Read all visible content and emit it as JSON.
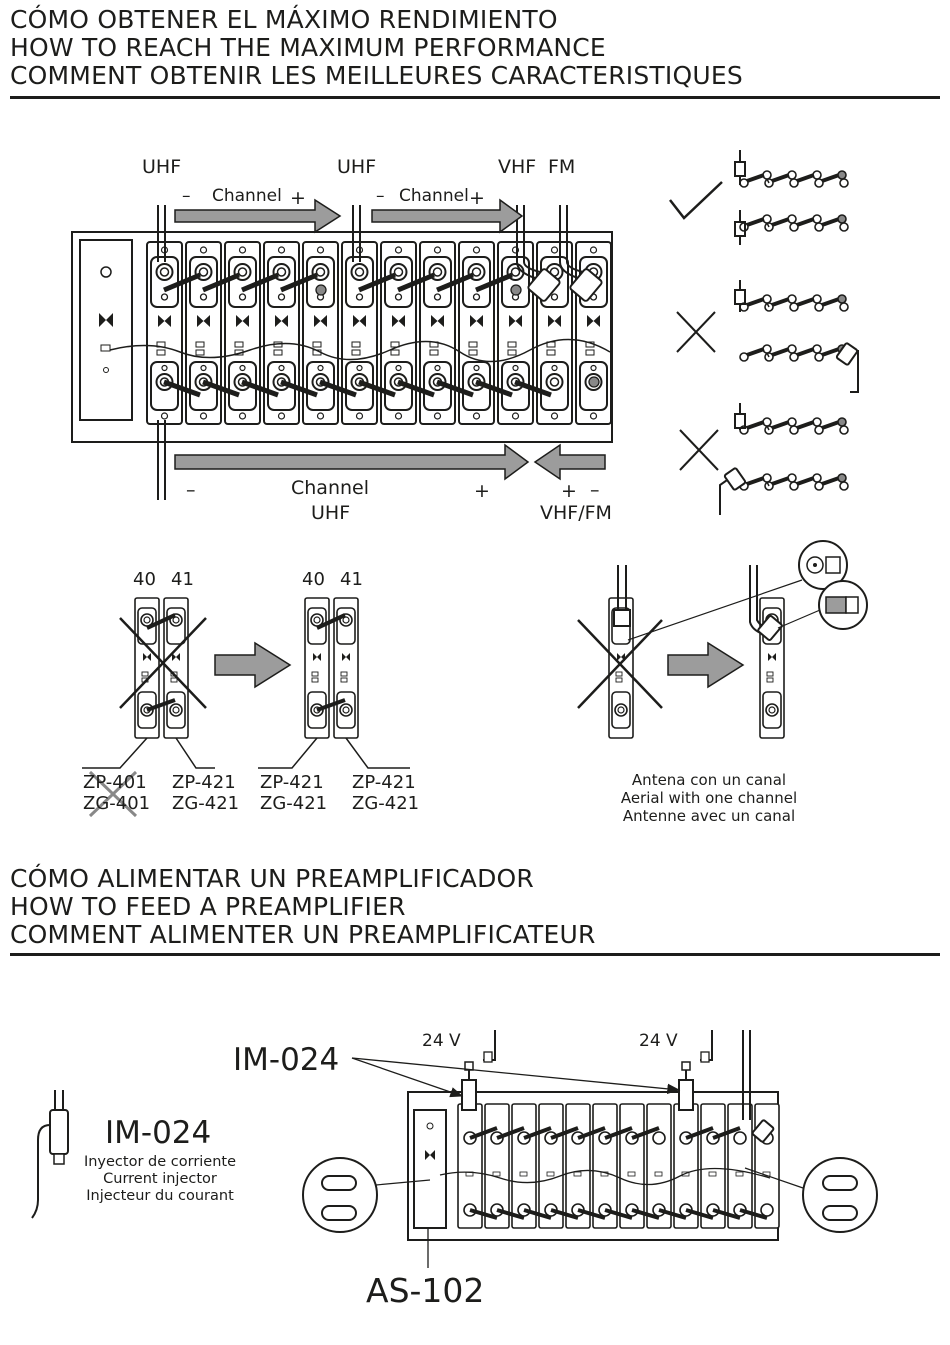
{
  "section1": {
    "title_lines": [
      "CÓMO OBTENER EL MÁXIMO RENDIMIENTO",
      "HOW TO REACH THE MAXIMUM PERFORMANCE",
      "COMMENT OBTENIR LES MEILLEURES CARACTERISTIQUES"
    ]
  },
  "diagram1": {
    "uhf_left": "UHF",
    "uhf_mid": "UHF",
    "vhf": "VHF",
    "fm": "FM",
    "channel_top": "Channel",
    "minus": "–",
    "plus": "+",
    "bottom_channel": "Channel",
    "bottom_uhf": "UHF",
    "vhf_fm": "VHF/FM"
  },
  "diagram2": {
    "ch40": "40",
    "ch41": "41",
    "zp401": "ZP-401",
    "zg401": "ZG-401",
    "zp421": "ZP-421",
    "zg421": "ZG-421"
  },
  "diagram3": {
    "caption_es": "Antena con un canal",
    "caption_en": "Aerial with one channel",
    "caption_fr": "Antenne avec un canal"
  },
  "section2": {
    "title_lines": [
      "CÓMO ALIMENTAR UN PREAMPLIFICADOR",
      "HOW TO FEED A PREAMPLIFIER",
      "COMMENT ALIMENTER UN PREAMPLIFICATEUR"
    ]
  },
  "diagram4": {
    "v24": "24 V",
    "im024": "IM-024",
    "as102": "AS-102",
    "injector_name": "IM-024",
    "injector_es": "Inyector de corriente",
    "injector_en": "Current injector",
    "injector_fr": "Injecteur du courant"
  }
}
